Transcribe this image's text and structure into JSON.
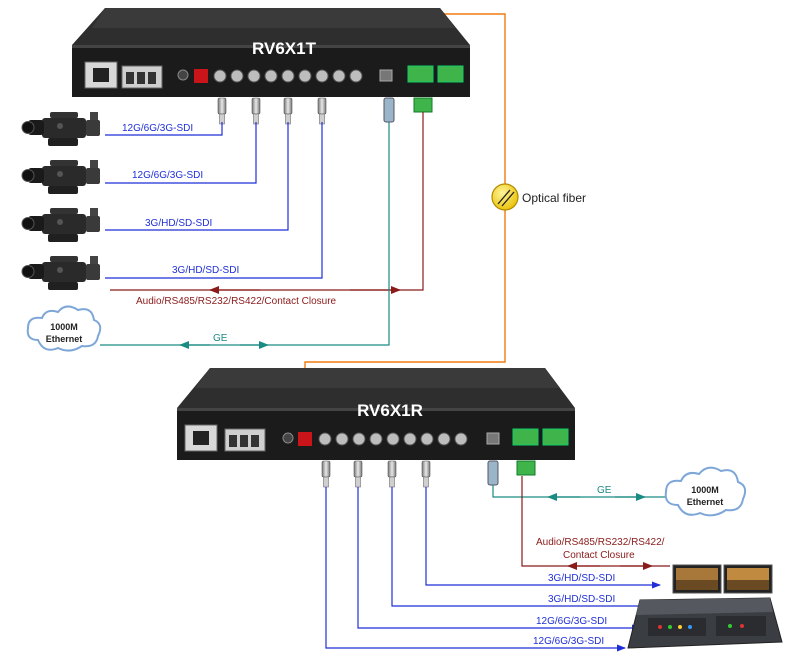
{
  "colors": {
    "sdi": "#1f2fd8",
    "ge": "#1a8a82",
    "audio": "#8b1a1a",
    "fiber": "#f07a10",
    "chassis": "#1b1b1b"
  },
  "transmitter": {
    "title": "RV6X1T"
  },
  "receiver": {
    "title": "RV6X1R"
  },
  "fiber_label": "Optical fiber",
  "top": {
    "sdi_labels": [
      "12G/6G/3G-SDI",
      "12G/6G/3G-SDI",
      "3G/HD/SD-SDI",
      "3G/HD/SD-SDI"
    ],
    "audio_label": "Audio/RS485/RS232/RS422/Contact Closure",
    "ge_label": "GE",
    "cloud_line1": "1000M",
    "cloud_line2": "Ethernet"
  },
  "bottom": {
    "sdi_labels": [
      "3G/HD/SD-SDI",
      "3G/HD/SD-SDI",
      "12G/6G/3G-SDI",
      "12G/6G/3G-SDI"
    ],
    "audio_line1": "Audio/RS485/RS232/RS422/",
    "audio_line2": "Contact Closure",
    "ge_label": "GE",
    "cloud_line1": "1000M",
    "cloud_line2": "Ethernet"
  },
  "icons": [
    "video-camera-icon",
    "optical-fiber-icon",
    "cloud-icon",
    "video-switcher-icon",
    "bnc-connector-icon"
  ]
}
